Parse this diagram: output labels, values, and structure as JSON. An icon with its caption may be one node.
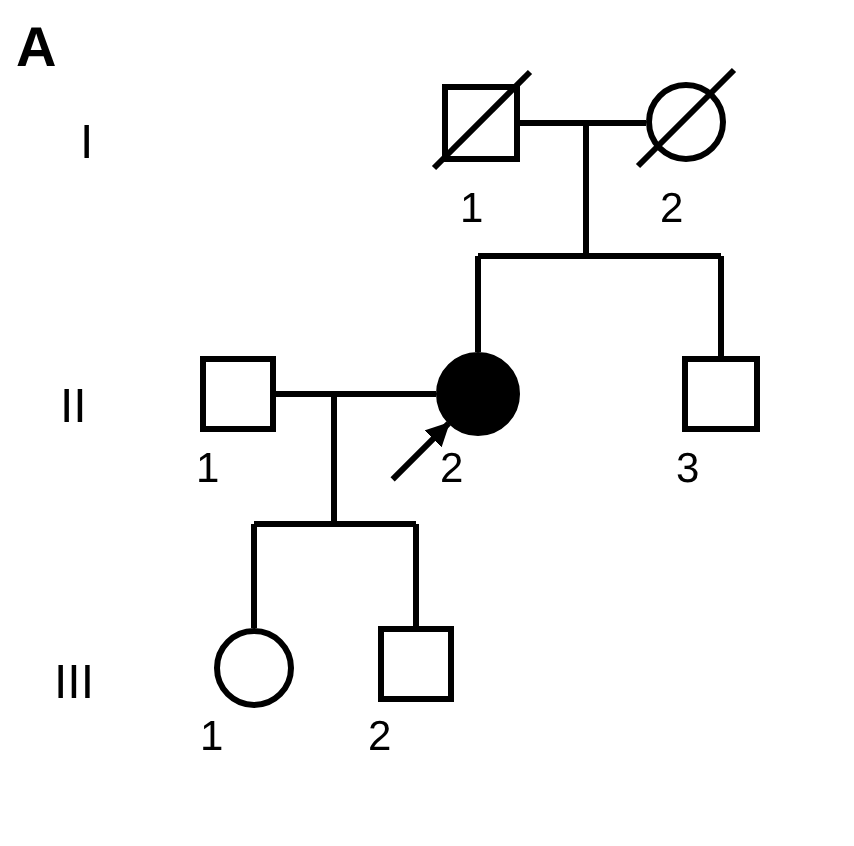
{
  "diagram": {
    "nodes": [
      {
        "text": [],
        "shape": "box",
        "beside": [
          "1"
        ]
      },
      {
        "text": [],
        "shape": "circle",
        "beside": [
          "2"
        ]
      },
      {
        "text": [],
        "shape": "box",
        "beside": [
          "1"
        ]
      },
      {
        "text": [],
        "shape": "circle",
        "beside": [
          "2"
        ]
      },
      {
        "text": [],
        "shape": "box",
        "beside": [
          "3"
        ]
      },
      {
        "text": [],
        "shape": "circle",
        "beside": [
          "1"
        ]
      },
      {
        "text": [],
        "shape": "box",
        "beside": [
          "2"
        ]
      }
    ],
    "edges": [
      {
        "from": 0,
        "to": 1,
        "arrow": "none"
      },
      {
        "from": 0,
        "to": 3,
        "arrow": "none"
      },
      {
        "from": 1,
        "to": 3,
        "arrow": "none"
      },
      {
        "from": 0,
        "to": 4,
        "arrow": "none"
      },
      {
        "from": 1,
        "to": 4,
        "arrow": "none"
      },
      {
        "from": 2,
        "to": 3,
        "arrow": "none"
      },
      {
        "from": 2,
        "to": 5,
        "arrow": "none"
      },
      {
        "from": 3,
        "to": 5,
        "arrow": "none"
      },
      {
        "from": 2,
        "to": 6,
        "arrow": "none"
      },
      {
        "from": 3,
        "to": 6,
        "arrow": "none"
      },
      {
        "from": null,
        "to": 3,
        "arrow": "to"
      }
    ],
    "labels": [
      "A",
      "I",
      "II",
      "III"
    ]
  }
}
